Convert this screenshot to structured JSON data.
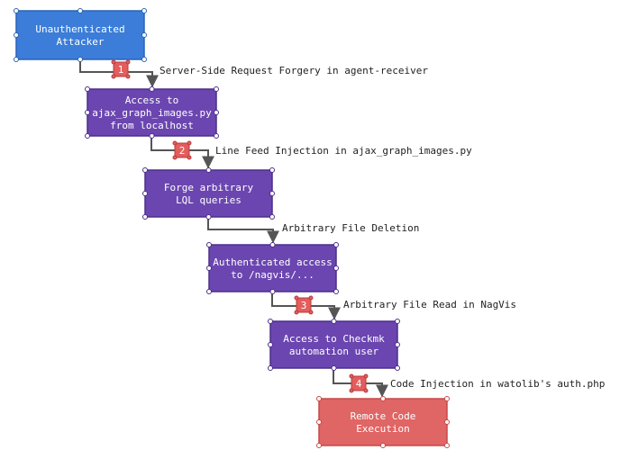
{
  "colors": {
    "blue_fill": "#3b7dd8",
    "blue_border": "#2a64b8",
    "purple_fill": "#6b46b0",
    "purple_border": "#4c2f8a",
    "red_fill": "#e06565",
    "red_border": "#c94848",
    "marker_fill": "#e35d5d",
    "marker_border": "#b83c3c",
    "arrow": "#555555"
  },
  "nodes": [
    {
      "id": "attacker",
      "lines": [
        "Unauthenticated",
        "Attacker"
      ],
      "style": "blue"
    },
    {
      "id": "ajax-access",
      "lines": [
        "Access to",
        "ajax_graph_images.py",
        "from localhost"
      ],
      "style": "purple"
    },
    {
      "id": "lql",
      "lines": [
        "Forge arbitrary",
        "LQL queries"
      ],
      "style": "purple"
    },
    {
      "id": "nagvis",
      "lines": [
        "Authenticated access",
        "to /nagvis/..."
      ],
      "style": "purple"
    },
    {
      "id": "automation",
      "lines": [
        "Access to Checkmk",
        "automation user"
      ],
      "style": "purple"
    },
    {
      "id": "rce",
      "lines": [
        "Remote Code",
        "Execution"
      ],
      "style": "red"
    }
  ],
  "edges": [
    {
      "step": "1",
      "label": "Server-Side Request Forgery in agent-receiver"
    },
    {
      "step": "2",
      "label": "Line Feed Injection in ajax_graph_images.py"
    },
    {
      "step": "",
      "label": "Arbitrary File Deletion"
    },
    {
      "step": "3",
      "label": "Arbitrary File Read in NagVis"
    },
    {
      "step": "4",
      "label": "Code Injection in watolib's auth.php"
    }
  ]
}
